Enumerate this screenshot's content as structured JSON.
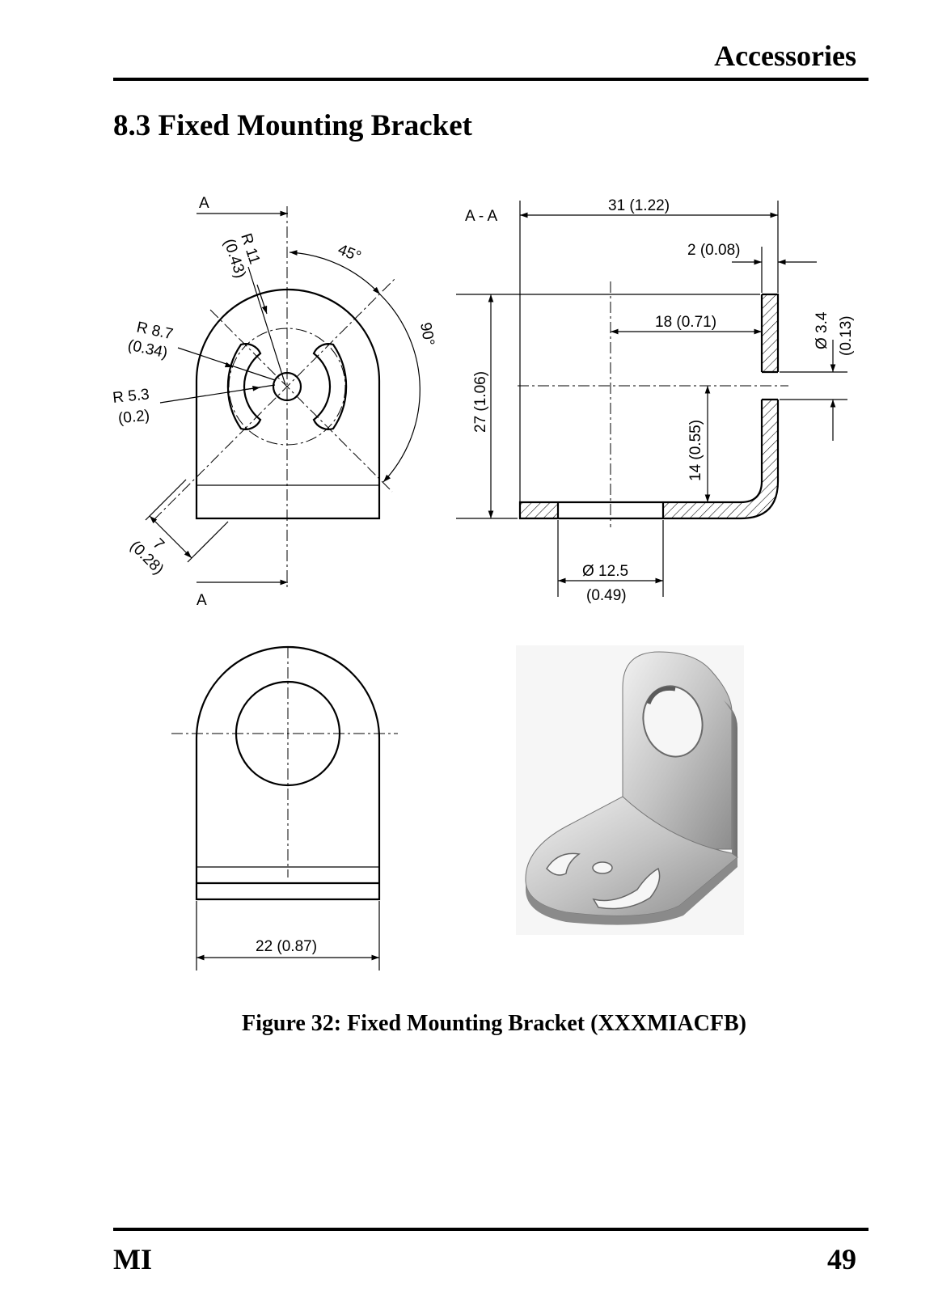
{
  "header": {
    "section": "Accessories"
  },
  "section_title": "8.3 Fixed Mounting Bracket",
  "drawing": {
    "front_view": {
      "section_mark_top": "A",
      "section_mark_bottom": "A",
      "dims": {
        "r11": "R 11",
        "r11_in": "(0.43)",
        "angle45": "45°",
        "angle90": "90°",
        "r87": "R 8.7",
        "r87_in": "(0.34)",
        "r53": "R 5.3",
        "r53_in": "(0.2)",
        "d7": "7",
        "d7_in": "(0.28)"
      }
    },
    "section_view": {
      "label": "A - A",
      "dims": {
        "len31": "31 (1.22)",
        "thk2": "2 (0.08)",
        "len18": "18 (0.71)",
        "dia34": "Ø 3.4",
        "dia34_in": "(0.13)",
        "h27": "27 (1.06)",
        "h14": "14 (0.55)",
        "dia125": "Ø 12.5",
        "dia125_in": "(0.49)"
      }
    },
    "rear_view": {
      "dims": {
        "w22": "22 (0.87)"
      }
    }
  },
  "caption": "Figure 32: Fixed Mounting Bracket (XXXMIACFB)",
  "footer": {
    "left": "MI",
    "page": "49"
  }
}
